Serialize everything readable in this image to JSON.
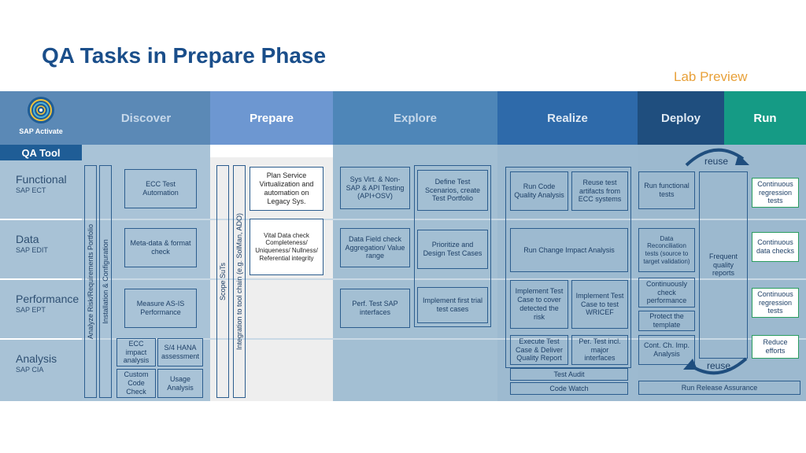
{
  "title": "QA Tasks in Prepare Phase",
  "preview_label": "Lab Preview",
  "logo_text": "SAP Activate",
  "qa_tool_label": "QA Tool",
  "phases": [
    "Discover",
    "Prepare",
    "Explore",
    "Realize",
    "Deploy",
    "Run"
  ],
  "rows": [
    {
      "label": "Functional",
      "sub": "SAP ECT"
    },
    {
      "label": "Data",
      "sub": "SAP EDIT"
    },
    {
      "label": "Performance",
      "sub": "SAP EPT"
    },
    {
      "label": "Analysis",
      "sub": "SAP CIA"
    }
  ],
  "discover": {
    "vertical": [
      "Analyze Risk/Requirements Portfolio",
      "Installation & Configuration"
    ],
    "boxes": [
      "ECC Test Automation",
      "Meta-data & format check",
      "Measure AS-IS Performance",
      "ECC impact analysis",
      "S/4 HANA assessment",
      "Custom Code Check",
      "Usage Analysis"
    ]
  },
  "prepare": {
    "vertical": [
      "Scope SuTs",
      "Integration to tool chain (e.g. SolMan, ADO)"
    ],
    "boxes": [
      "Plan Service Virtualization and automation on Legacy Sys.",
      "Vital Data check Completeness/ Uniqueness/ Nullness/ Referential integrity"
    ]
  },
  "explore": {
    "boxes": [
      "Sys Virt. & Non-SAP & API Testing (API+OSV)",
      "Data Field check Aggregation/ Value range",
      "Perf. Test SAP interfaces",
      "Define Test Scenarios, create Test Portfolio",
      "Prioritize and Design Test Cases",
      "Implement first trial test cases"
    ]
  },
  "realize": {
    "boxes": [
      "Run Code Quality Analysis",
      "Reuse test artifacts from ECC systems",
      "Run Change Impact Analysis",
      "Implement Test Case to cover detected the risk",
      "Implement Test Case to test WRICEF",
      "Execute Test Case & Deliver Quality Report",
      "Per. Test incl. major interfaces",
      "Test Audit",
      "Code Watch"
    ]
  },
  "deploy": {
    "boxes": [
      "Run functional tests",
      "Data Reconciliation tests (source to target validation)",
      "Continuously check performance",
      "Protect the template",
      "Cont. Ch. Imp. Analysis",
      "Frequent quality reports",
      "Run Release Assurance"
    ]
  },
  "run": {
    "boxes": [
      "Continuous regression tests",
      "Continuous data checks",
      "Continuous regression tests",
      "Reduce efforts"
    ]
  },
  "reuse_label": "reuse",
  "colors": {
    "title": "#1a4e8a",
    "preview": "#e8a13a",
    "discover": "#5b89b6",
    "prepare": "#6d97d1",
    "explore": "#4e86b8",
    "realize": "#2e6aaa",
    "deploy": "#1f4e7e",
    "run": "#159b85"
  }
}
